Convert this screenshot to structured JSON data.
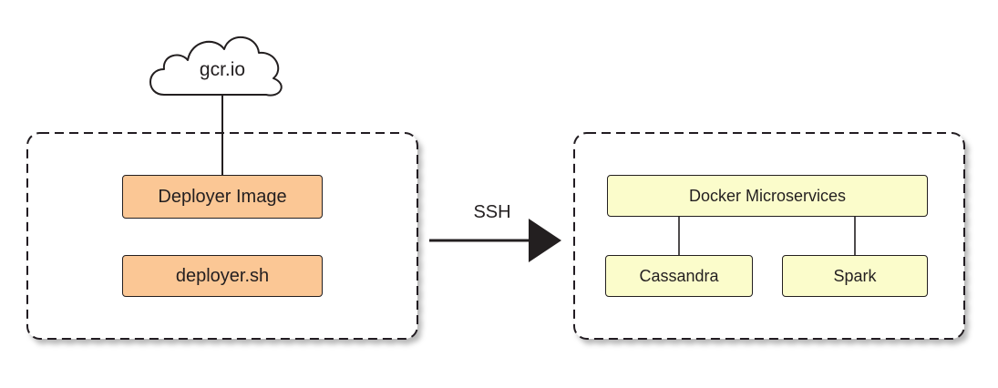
{
  "colors": {
    "orange_fill": "#fbc795",
    "yellow_fill": "#fbfccb",
    "stroke": "#231f20",
    "shadow": "#bfbfbf"
  },
  "cloud": {
    "label": "gcr.io",
    "icon": "cloud-icon"
  },
  "left_group": {
    "items": [
      {
        "label": "Deployer Image"
      },
      {
        "label": "deployer.sh"
      }
    ]
  },
  "connection": {
    "label": "SSH",
    "icon": "arrow-right-icon"
  },
  "right_group": {
    "top": {
      "label": "Docker Microservices"
    },
    "children": [
      {
        "label": "Cassandra"
      },
      {
        "label": "Spark"
      }
    ]
  }
}
